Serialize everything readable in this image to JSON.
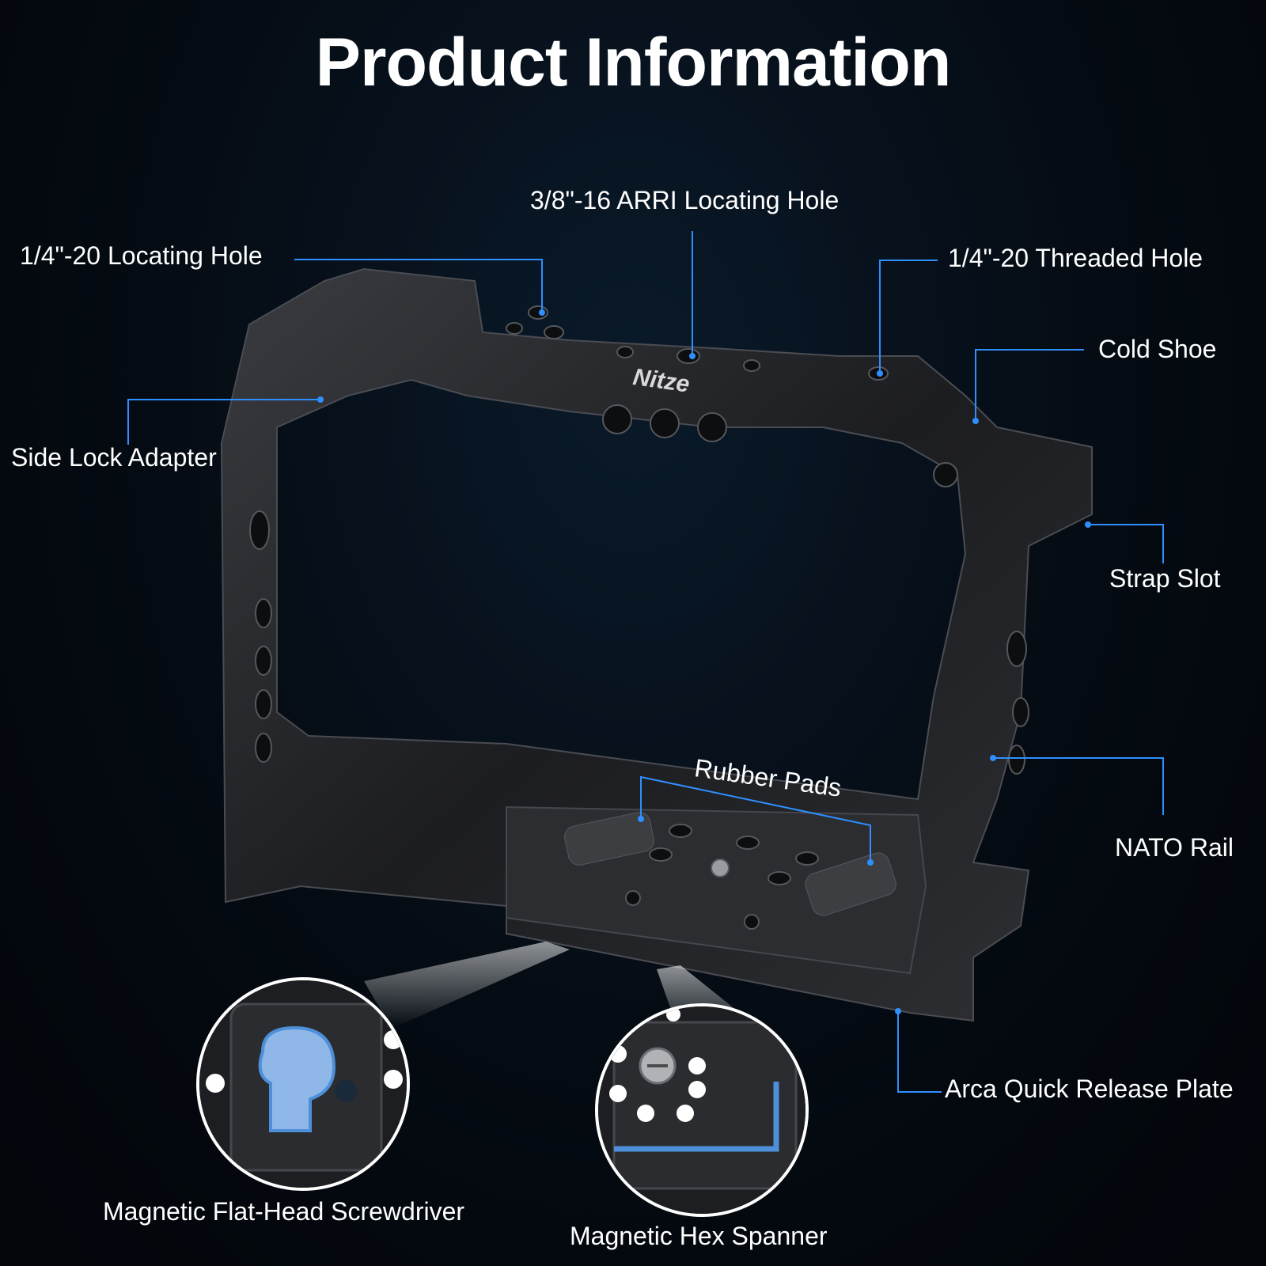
{
  "title": "Product Information",
  "brand": "Nitze",
  "labels": {
    "locating_hole_14": "1/4\"-20 Locating Hole",
    "arri_hole": "3/8\"-16 ARRI Locating Hole",
    "threaded_hole": "1/4\"-20 Threaded Hole",
    "cold_shoe": "Cold Shoe",
    "side_lock": "Side Lock Adapter",
    "strap_slot": "Strap Slot",
    "rubber_pads": "Rubber Pads",
    "nato_rail": "NATO Rail",
    "arca_plate": "Arca Quick Release Plate",
    "screwdriver": "Magnetic Flat-Head Screwdriver",
    "hex_spanner": "Magnetic Hex Spanner"
  },
  "colors": {
    "leader_line": "#2f8fff",
    "background": "#050b12",
    "metal": "#2a2c30"
  }
}
